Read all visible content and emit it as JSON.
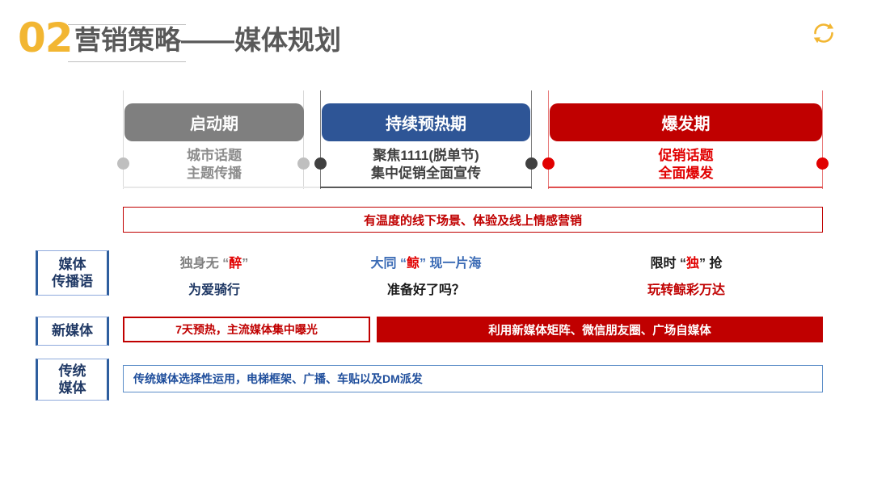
{
  "header": {
    "number": "02",
    "title": "营销策略——媒体规划",
    "number_color": "#F2B632",
    "title_color": "#595959",
    "refresh_icon": "refresh-circle-icon",
    "refresh_icon_color": "#F2B632"
  },
  "timeline": {
    "phases": [
      {
        "label": "启动期",
        "sub_line1": "城市话题",
        "sub_line2": "主题传播",
        "box_color": "#7F7F7F",
        "sub_color": "#8C8C8C",
        "dot_color": "#BFBFBF",
        "line_color": "#D9D9D9"
      },
      {
        "label": "持续预热期",
        "sub_line1": "聚焦1111(脱单节)",
        "sub_line2": "集中促销全面宣传",
        "box_color": "#2E5596",
        "sub_color": "#404040",
        "dot_color": "#404040",
        "line_color": "#7F7F7F"
      },
      {
        "label": "爆发期",
        "sub_line1": "促销话题",
        "sub_line2": "全面爆发",
        "box_color": "#C00000",
        "sub_color": "#E10000",
        "dot_color": "#E10000",
        "line_color": "#E87A7A"
      }
    ]
  },
  "banner": {
    "text": "有温度的线下场景、体验及线上情感营销",
    "color": "#C00000"
  },
  "rows": {
    "media_slogan": {
      "label_line1": "媒体",
      "label_line2": "传播语",
      "cells": [
        {
          "top_pre": "独身无 “",
          "top_hl": "醉",
          "top_post": "”",
          "top_color": "#808080",
          "bottom": "为爱骑行",
          "bottom_color": "#1F3864"
        },
        {
          "top_pre": "大同 “",
          "top_hl": "鲸",
          "top_post": "” 现一片海",
          "top_color": "#3B6BB5",
          "bottom": "准备好了吗？",
          "bottom_color": "#1A1A1A"
        },
        {
          "top_pre": "限时 “",
          "top_hl": "独",
          "top_post": "” 抢",
          "top_color": "#1A1A1A",
          "bottom": "玩转鲸彩万达",
          "bottom_color": "#C00000"
        }
      ]
    },
    "new_media": {
      "label_line1": "新媒体",
      "label_line2": "",
      "white_text": "7天预热，主流媒体集中曝光",
      "red_text": "利用新媒体矩阵、微信朋友圈、广场自媒体"
    },
    "traditional_media": {
      "label_line1": "传统",
      "label_line2": "媒体",
      "text": "传统媒体选择性运用，电梯框架、广播、车贴以及DM派发"
    }
  }
}
